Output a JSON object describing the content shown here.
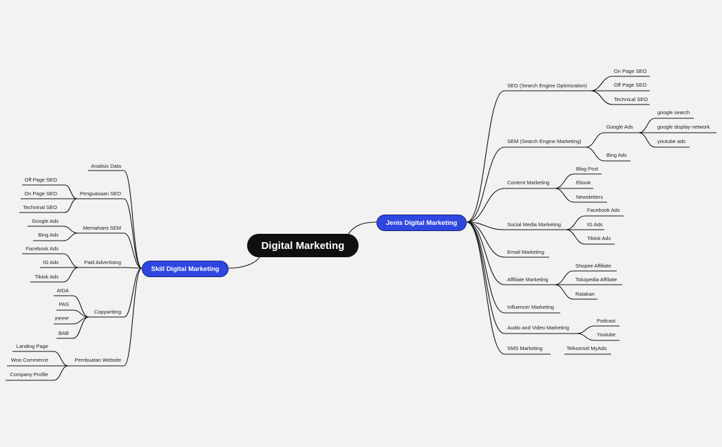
{
  "central": "Digital Marketing",
  "left_branch": {
    "title": "Skill Digital Marketing",
    "analisis": "Analisis Data",
    "seo": {
      "label": "Penguasaan SEO",
      "items": [
        "Off Page SEO",
        "On Page SEO",
        "Techninal SEO"
      ]
    },
    "sem": {
      "label": "Memahami SEM",
      "items": [
        "Google Ads",
        "Bing Ads"
      ]
    },
    "paid": {
      "label": "Paid Advertising",
      "items": [
        "Facebook Ads",
        "IG Ads",
        "Tiktok Ads"
      ]
    },
    "copy": {
      "label": "Copywriting",
      "items": [
        "AIDA",
        "PAS",
        "PPPP",
        "BAB"
      ]
    },
    "web": {
      "label": "Pembuatan Website",
      "items": [
        "Landing Page",
        "Woo Commerce",
        "Company Profile"
      ]
    }
  },
  "right_branch": {
    "title": "Jenis Digital Marketing",
    "seo": {
      "label": "SEO (Search Engine Optimization)",
      "items": [
        "On Page SEO",
        "Off Page SEO",
        "Technical SEO"
      ]
    },
    "sem": {
      "label": "SEM (Search Engine Marketing)",
      "google": "Google Ads",
      "google_items": [
        "google search",
        "google display network",
        "youtube ads"
      ],
      "bing": "Bing Ads"
    },
    "content": {
      "label": "Content Marketing",
      "items": [
        "Blog Post",
        "Ebook",
        "Newsletters"
      ]
    },
    "social": {
      "label": "Social Media Marketing",
      "items": [
        "Facebook Ads",
        "IG Ads",
        "Tiktok Ads"
      ]
    },
    "email": "Email Marketing",
    "affiliate": {
      "label": "Affiliate Marketing",
      "items": [
        "Shopee Affiliate",
        "Tokopedia Affiliate",
        "Ratakan"
      ]
    },
    "influencer": "Influencer Marketing",
    "av": {
      "label": "Audio and Video Marketing",
      "items": [
        "Podcast",
        "Youtube"
      ]
    },
    "sms": {
      "label": "SMS Marketing",
      "items": [
        "Telkomsel MyAds"
      ]
    }
  }
}
